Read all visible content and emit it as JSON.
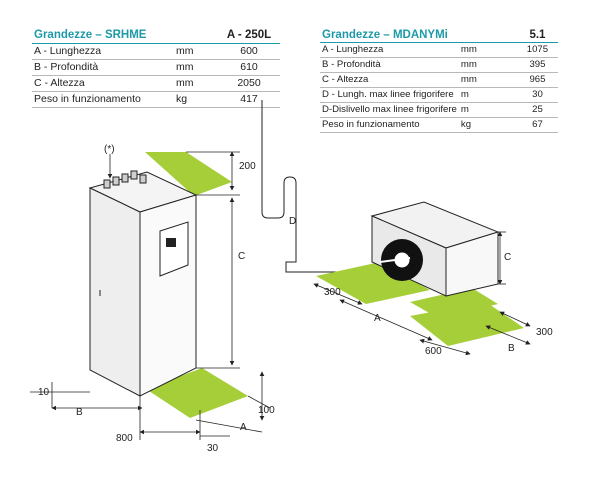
{
  "table1": {
    "title": "Grandezze – SRHME",
    "model": "A - 250L",
    "rows": [
      {
        "label": "A - Lunghezza",
        "unit": "mm",
        "value": "600"
      },
      {
        "label": "B - Profondità",
        "unit": "mm",
        "value": "610"
      },
      {
        "label": "C - Altezza",
        "unit": "mm",
        "value": "2050"
      },
      {
        "label": "Peso in funzionamento",
        "unit": "kg",
        "value": "417"
      }
    ]
  },
  "table2": {
    "title": "Grandezze – MDANYMi",
    "model": "5.1",
    "rows": [
      {
        "label": "A - Lunghezza",
        "unit": "mm",
        "value": "1075"
      },
      {
        "label": "B - Profondità",
        "unit": "mm",
        "value": "395"
      },
      {
        "label": "C - Altezza",
        "unit": "mm",
        "value": "965"
      },
      {
        "label": "D - Lungh. max linee frigorifere",
        "unit": "m",
        "value": "30"
      },
      {
        "label": "D-Dislivello max linee frigorifere",
        "unit": "m",
        "value": "25"
      },
      {
        "label": "Peso in funzionamento",
        "unit": "kg",
        "value": "67"
      }
    ]
  },
  "diagram": {
    "clearance_color": "#a6ce39",
    "indoor_labels": {
      "star": "(*)",
      "top_gap": "200",
      "height": "C",
      "left_gap": "10",
      "depth": "B",
      "width_clear": "800",
      "front_gap": "100",
      "length": "A",
      "side_gap": "30"
    },
    "pipe_label": "D",
    "outdoor_labels": {
      "height": "C",
      "front_gap": "300",
      "length": "A",
      "side_gap": "600",
      "depth": "B",
      "back_gap": "300"
    }
  }
}
